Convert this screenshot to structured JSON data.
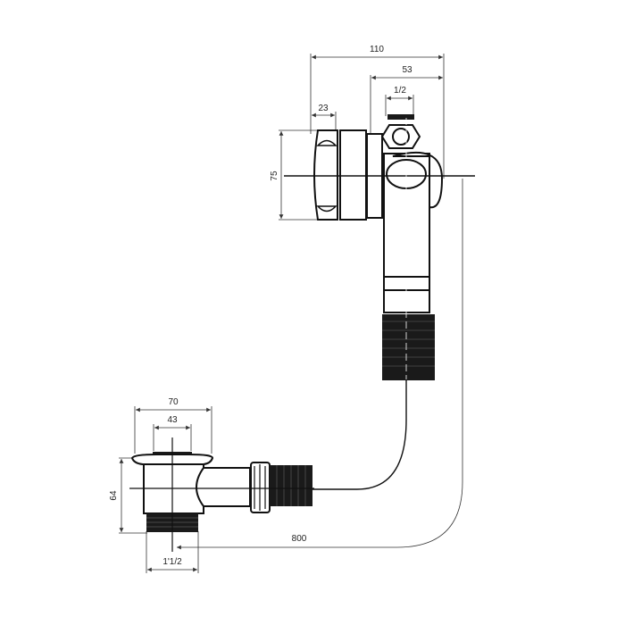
{
  "drawing": {
    "labels": {
      "overall_width": "110",
      "body_offset": "53",
      "inlet_thread": "1/2",
      "knob_depth": "23",
      "knob_diameter": "75",
      "flange_diameter": "70",
      "plug_diameter": "43",
      "waste_height": "64",
      "hose_length": "800",
      "outlet_thread": "1'1/2"
    }
  }
}
